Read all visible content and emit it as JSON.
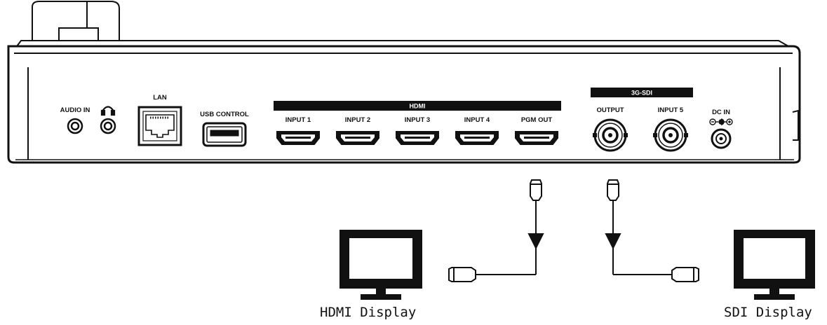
{
  "device": {
    "audio_in_label": "AUDIO IN",
    "headphone_icon": "headphone-icon",
    "lan_label": "LAN",
    "usb_label": "USB CONTROL",
    "hdmi_group_label": "HDMI",
    "hdmi_ports": [
      "INPUT 1",
      "INPUT 2",
      "INPUT 3",
      "INPUT 4",
      "PGM OUT"
    ],
    "sdi_group_label": "3G-SDI",
    "sdi_ports": [
      "OUTPUT",
      "INPUT 5"
    ],
    "dc_label": "DC IN"
  },
  "displays": {
    "hdmi_caption": "HDMI Display",
    "sdi_caption": "SDI Display"
  },
  "colors": {
    "line": "#111111",
    "fill": "#ffffff",
    "bar": "#111111"
  }
}
